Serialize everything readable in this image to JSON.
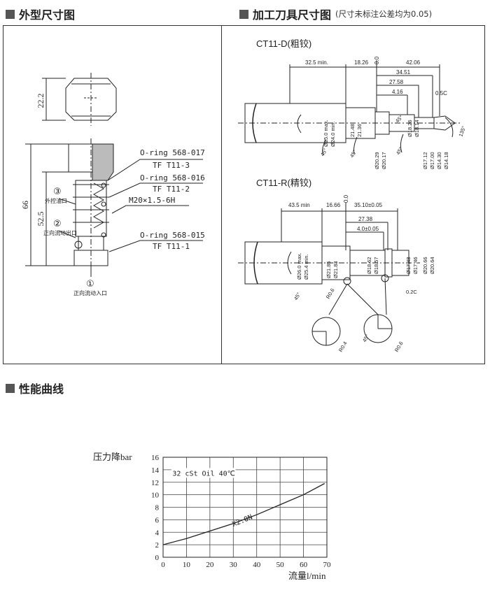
{
  "sections": {
    "outline": "外型尺寸图",
    "tooling": "加工刀具尺寸图",
    "tooling_note": "(尺寸未标注公差均为0.05)",
    "performance": "性能曲线"
  },
  "outline_drawing": {
    "hex_dim": "22.2",
    "total_len": "66",
    "body_len": "52.5",
    "callouts": [
      {
        "line1": "O-ring 568-017",
        "line2": "TF T11-3"
      },
      {
        "line1": "O-ring 568-016",
        "line2": "TF T11-2"
      },
      {
        "line1": "M20×1.5-6H",
        "line2": ""
      },
      {
        "line1": "O-ring 568-015",
        "line2": "TF T11-1"
      }
    ],
    "ports": [
      {
        "num": "③",
        "label": "外控油口"
      },
      {
        "num": "②",
        "label": "正向流动出口"
      },
      {
        "num": "①",
        "label": "正向流动入口"
      }
    ]
  },
  "tool_d": {
    "title": "CT11-D(粗铰)",
    "top_dims": [
      "32.5 min.",
      "18.26",
      "0.0",
      "42.06",
      "34.51",
      "27.58",
      "4.16",
      "0.5C"
    ],
    "dia_dims": [
      "Ø25.0 max.",
      "Ø24.0 min.",
      "21.48",
      "21.36",
      "Ø20.29",
      "Ø20.17",
      "Ø18.26",
      "Ø18.14",
      "Ø17.12",
      "Ø17.00",
      "Ø14.30",
      "Ø14.18"
    ],
    "angles": [
      "45°",
      "45°",
      "45°",
      "45°",
      "135°"
    ]
  },
  "tool_r": {
    "title": "CT11-R(精铰)",
    "top_dims": [
      "43.5 min",
      "16.66",
      "0.0",
      "35.10±0.05",
      "27.38",
      "4.0±0.05"
    ],
    "dia_dims": [
      "Ø26.0 max.",
      "Ø25.4 min.",
      "Ø21.85",
      "Ø21.83",
      "Ø18.62",
      "Ø18.57",
      "Ø17.48",
      "Ø17.46",
      "Ø20.66",
      "Ø20.64"
    ],
    "misc": [
      "R0.6",
      "0.2C",
      "45°",
      "R0.4",
      "45°",
      "R0.6"
    ]
  },
  "chart_data": {
    "type": "line",
    "title": "",
    "xlabel": "流量l/min",
    "ylabel": "压力降bar",
    "xlim": [
      0,
      70
    ],
    "ylim": [
      0,
      16
    ],
    "xticks": [
      "0",
      "10",
      "20",
      "30",
      "40",
      "50",
      "60",
      "70"
    ],
    "yticks": [
      "0",
      "2",
      "4",
      "6",
      "8",
      "10",
      "12",
      "14",
      "16"
    ],
    "grid": true,
    "annotation": "32 cSt Oil 40℃",
    "series": [
      {
        "name": "X2.0N",
        "x": [
          0,
          10,
          20,
          30,
          40,
          50,
          60,
          69
        ],
        "y": [
          2.0,
          3.0,
          4.2,
          5.4,
          6.8,
          8.4,
          10.0,
          11.8
        ]
      }
    ]
  }
}
